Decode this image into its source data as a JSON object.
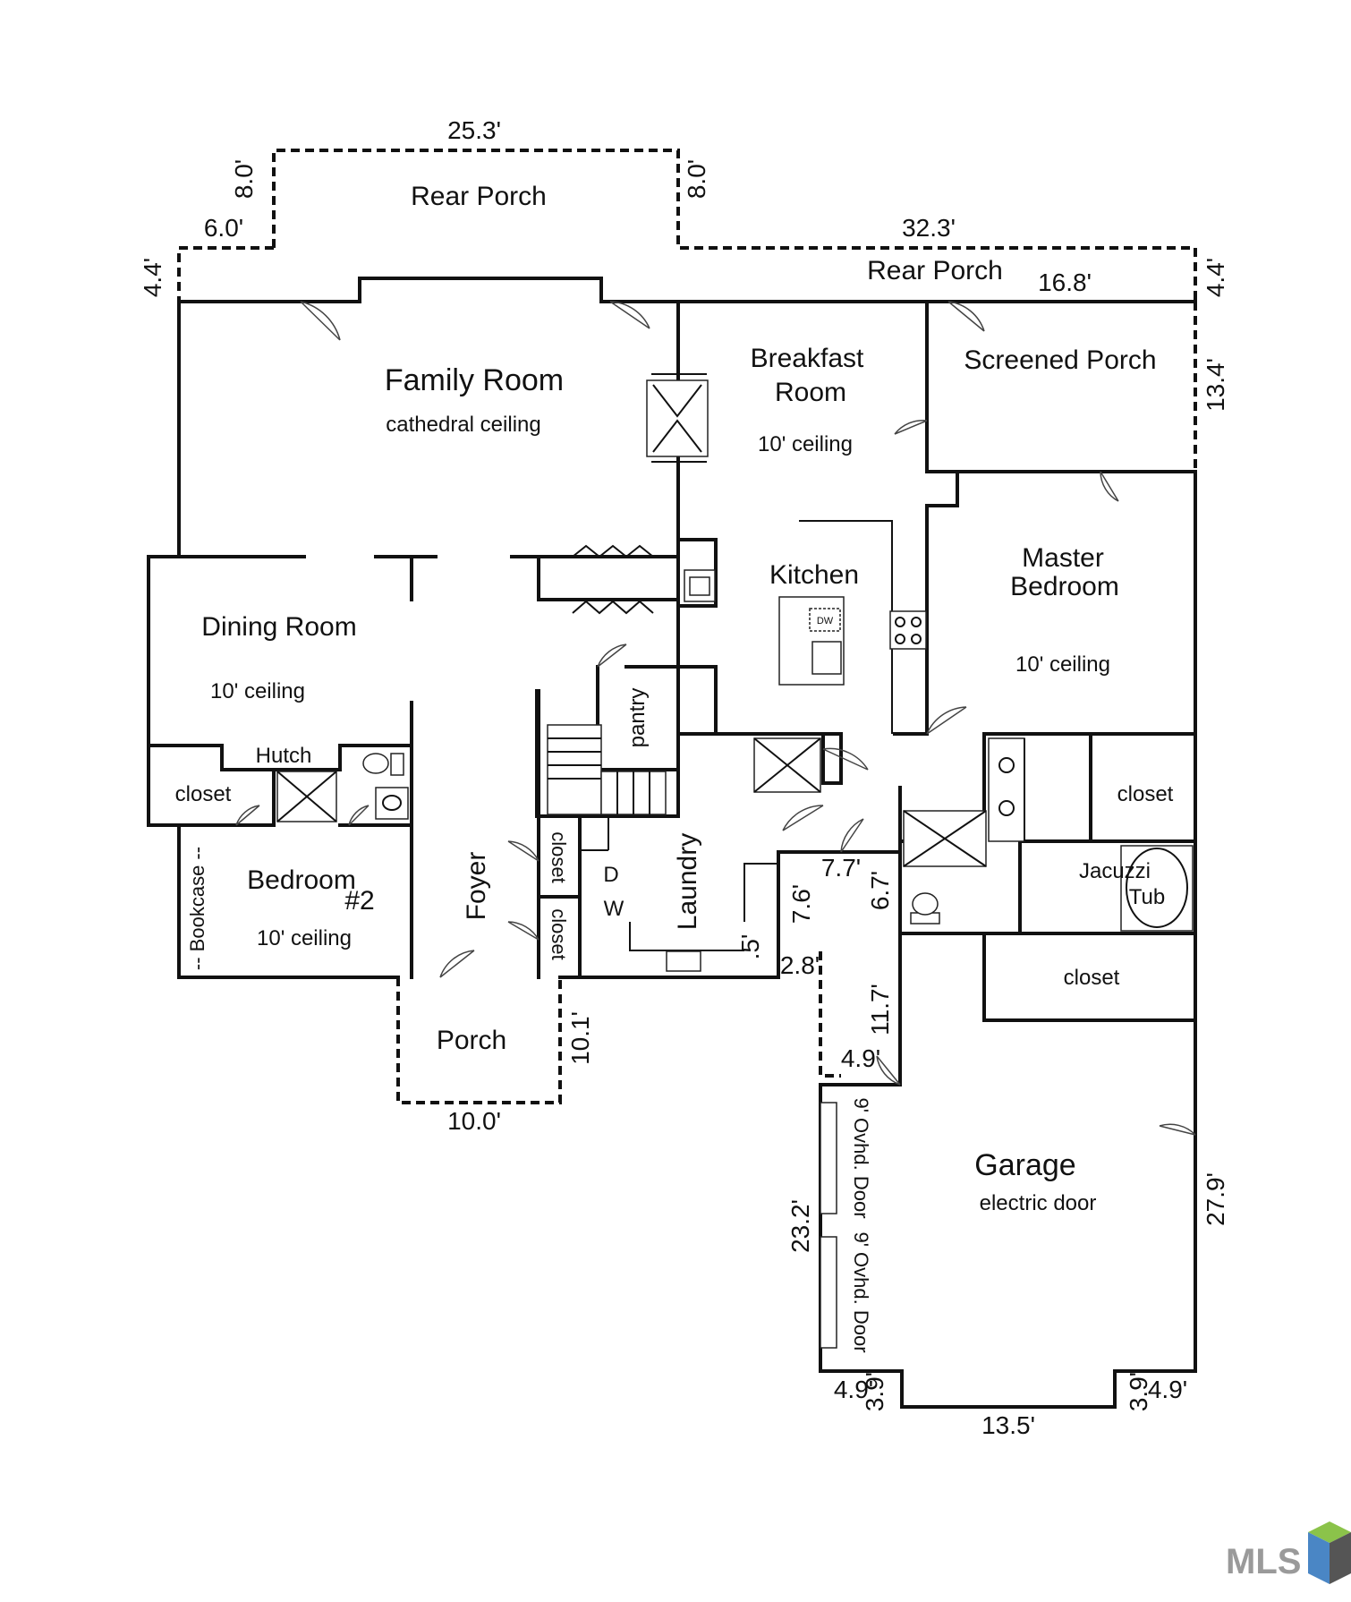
{
  "rooms": {
    "rear_porch_upper": "Rear Porch",
    "rear_porch_lower": "Rear Porch",
    "family_room": "Family Room",
    "family_room_note": "cathedral ceiling",
    "breakfast_room_line1": "Breakfast",
    "breakfast_room_line2": "Room",
    "breakfast_room_note": "10' ceiling",
    "screened_porch": "Screened Porch",
    "kitchen": "Kitchen",
    "master_line1": "Master",
    "master_line2": "Bedroom",
    "master_note": "10' ceiling",
    "dining_room": "Dining Room",
    "dining_note": "10' ceiling",
    "hutch": "Hutch",
    "closet_left": "closet",
    "bedroom2_line1": "Bedroom",
    "bedroom2_line2": "#2",
    "bedroom2_note": "10' ceiling",
    "bookcase": "-- Bookcase --",
    "foyer": "Foyer",
    "closet_foyer_1": "closet",
    "closet_foyer_2": "closet",
    "pantry": "pantry",
    "laundry": "Laundry",
    "dw_d": "D",
    "dw_w": "W",
    "closet_master": "closet",
    "jacuzzi_line1": "Jacuzzi",
    "jacuzzi_line2": "Tub",
    "closet_bottom": "closet",
    "porch": "Porch",
    "garage": "Garage",
    "garage_note": "electric door",
    "ovhd_door_1": "9' Ovhd. Door",
    "ovhd_door_2": "9' Ovhd. Door",
    "dishwasher_label": "DW"
  },
  "dimensions": {
    "d_25_3": "25.3'",
    "d_8_0_left": "8.0'",
    "d_8_0_right": "8.0'",
    "d_6_0": "6.0'",
    "d_32_3": "32.3'",
    "d_4_4_left": "4.4'",
    "d_4_4_right": "4.4'",
    "d_16_8": "16.8'",
    "d_13_4": "13.4'",
    "d_7_7": "7.7'",
    "d_7_6": "7.6'",
    "d_6_7": "6.7'",
    "d_5": ".5'",
    "d_2_8": "2.8'",
    "d_11_7": "11.7'",
    "d_4_9": "4.9'",
    "d_10_1": "10.1'",
    "d_10_0": "10.0'",
    "d_23_2": "23.2'",
    "d_27_9": "27.9'",
    "d_4_9_bl": "4.9'",
    "d_3_9_bl": "3.9'",
    "d_13_5": "13.5'",
    "d_3_9_br": "3.9'",
    "d_4_9_br": "4.9'"
  },
  "logo": {
    "text": "MLS",
    "colors": {
      "gray": "#9a9a9a",
      "green": "#8bc34a",
      "blue": "#4a86c5",
      "dark": "#555555"
    }
  }
}
